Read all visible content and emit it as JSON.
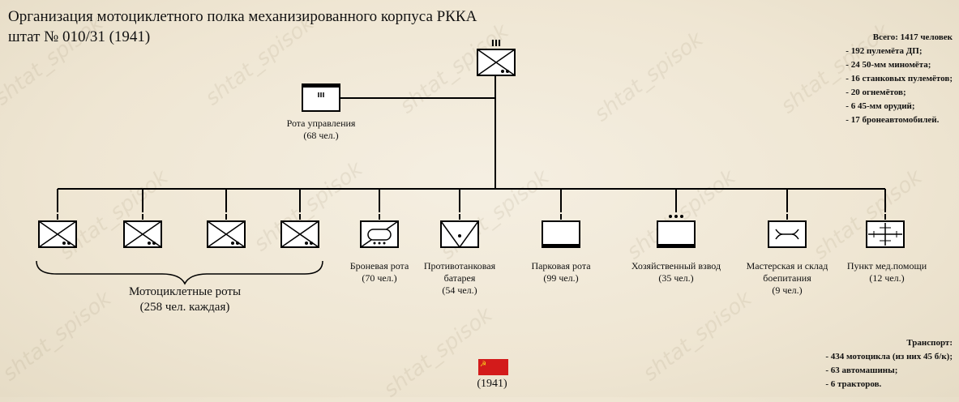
{
  "title": {
    "line1": "Организация мотоциклетного полка механизированного корпуса РККА",
    "line2": "штат № 010/31 (1941)"
  },
  "totals": {
    "header": "Всего: 1417 человек",
    "items": [
      "- 192 пулемёта ДП;",
      "- 24 50-мм миномёта;",
      "- 16 станковых пулемётов;",
      "- 20 огнемётов;",
      "- 6 45-мм орудий;",
      "- 17 бронеавтомобилей."
    ]
  },
  "transport": {
    "header": "Транспорт:",
    "items": [
      "- 434 мотоцикла (из них 45 б/к);",
      "- 63 автомашины;",
      "- 6 тракторов."
    ]
  },
  "hq": {
    "name": "Рота управления",
    "strength": "(68 чел.)",
    "echelon": "III"
  },
  "regiment": {
    "echelon": "III"
  },
  "motorcycle_group": {
    "name": "Мотоциклетные роты",
    "strength": "(258 чел. каждая)"
  },
  "units": [
    {
      "id": "armored",
      "lines": [
        "Броневая рота",
        "(70 чел.)"
      ]
    },
    {
      "id": "antitank",
      "lines": [
        "Противотанковая",
        "батарея",
        "(54 чел.)"
      ]
    },
    {
      "id": "park",
      "lines": [
        "Парковая рота",
        "(99 чел.)"
      ]
    },
    {
      "id": "supply",
      "lines": [
        "Хозяйственный взвод",
        "(35 чел.)"
      ]
    },
    {
      "id": "workshop",
      "lines": [
        "Мастерская и склад",
        "боепитания",
        "(9 чел.)"
      ]
    },
    {
      "id": "medical",
      "lines": [
        "Пункт мед.помощи",
        "(12 чел.)"
      ]
    }
  ],
  "flag_year": "(1941)",
  "watermark": "shtat_spisok",
  "colors": {
    "line": "#000000",
    "flag": "#d31b1b",
    "emblem": "#f7d21c"
  }
}
